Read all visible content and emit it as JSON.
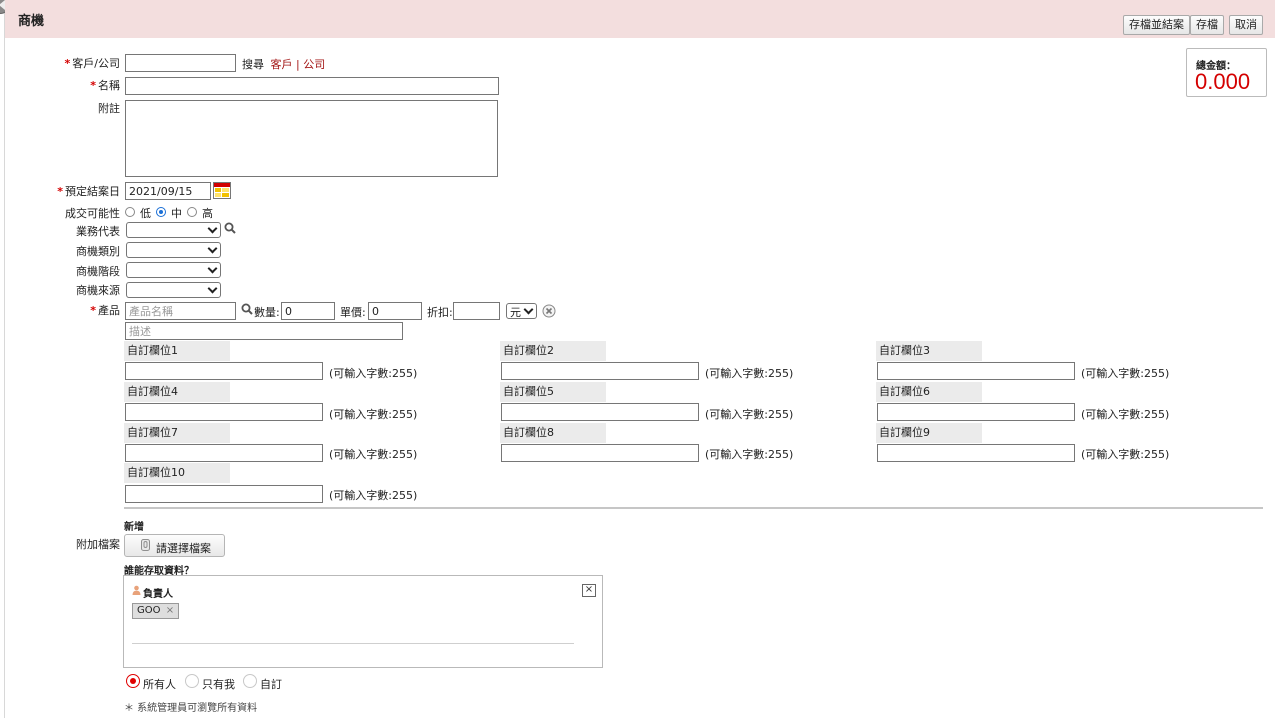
{
  "header": {
    "title": "商機",
    "buttons": {
      "save_close": "存檔並結案",
      "save": "存檔",
      "cancel": "取消"
    }
  },
  "total": {
    "label": "總金額：",
    "value": "0.000"
  },
  "form": {
    "customer": {
      "label": "客戶/公司",
      "search_text": "搜尋",
      "link_customer": "客戶",
      "separator": "|",
      "link_company": "公司",
      "value": ""
    },
    "name": {
      "label": "名稱",
      "value": ""
    },
    "note": {
      "label": "附註",
      "value": ""
    },
    "close_date": {
      "label": "預定結案日",
      "value": "2021/09/15"
    },
    "probability": {
      "label": "成交可能性",
      "options": [
        "低",
        "中",
        "高"
      ],
      "selected": "中"
    },
    "sales_rep": {
      "label": "業務代表",
      "value": ""
    },
    "category": {
      "label": "商機類別",
      "value": ""
    },
    "stage": {
      "label": "商機階段",
      "value": ""
    },
    "source": {
      "label": "商機來源",
      "value": ""
    },
    "product": {
      "label": "產品",
      "name_placeholder": "產品名稱",
      "qty_label": "數量:",
      "qty_value": "0",
      "price_label": "單價:",
      "price_value": "0",
      "discount_label": "折扣:",
      "discount_value": "",
      "unit_value": "元",
      "desc_placeholder": "描述"
    },
    "custom_fields": [
      {
        "label": "自訂欄位1",
        "hint": "(可輸入字數:255)"
      },
      {
        "label": "自訂欄位2",
        "hint": "(可輸入字數:255)"
      },
      {
        "label": "自訂欄位3",
        "hint": "(可輸入字數:255)"
      },
      {
        "label": "自訂欄位4",
        "hint": "(可輸入字數:255)"
      },
      {
        "label": "自訂欄位5",
        "hint": "(可輸入字數:255)"
      },
      {
        "label": "自訂欄位6",
        "hint": "(可輸入字數:255)"
      },
      {
        "label": "自訂欄位7",
        "hint": "(可輸入字數:255)"
      },
      {
        "label": "自訂欄位8",
        "hint": "(可輸入字數:255)"
      },
      {
        "label": "自訂欄位9",
        "hint": "(可輸入字數:255)"
      },
      {
        "label": "自訂欄位10",
        "hint": "(可輸入字數:255)"
      }
    ],
    "add_new": "新增",
    "attachment": {
      "label": "附加檔案",
      "button": "請選擇檔案"
    },
    "access": {
      "question": "誰能存取資料？",
      "owner_label": "負責人",
      "owner_tag": "GOO",
      "tag_remove": "×",
      "close": "×",
      "options": [
        "所有人",
        "只有我",
        "自訂"
      ],
      "selected": "所有人",
      "footnote": "＊ 系統管理員可瀏覽所有資料"
    }
  },
  "colors": {
    "header_bg": "#f3dede",
    "required": "#d40000",
    "link": "#a31515",
    "total": "#d40000"
  }
}
